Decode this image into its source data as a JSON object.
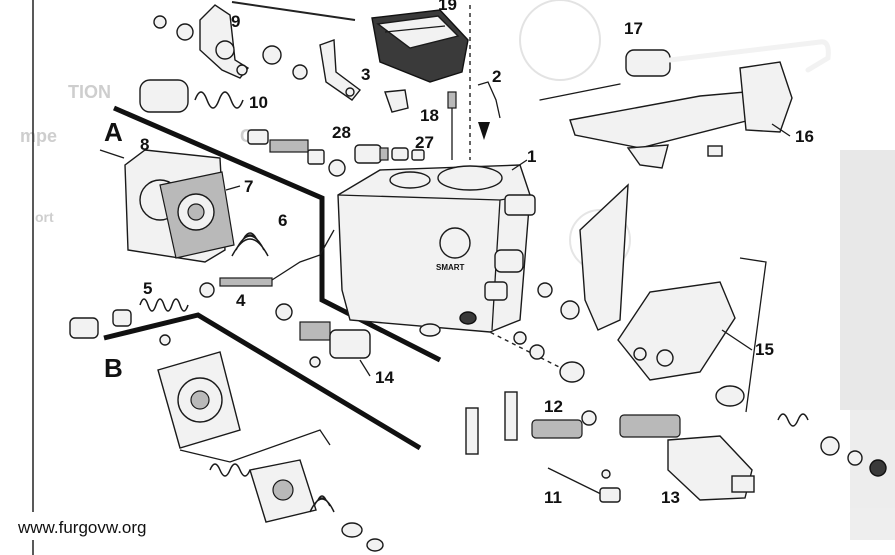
{
  "diagram": {
    "callouts": [
      "1",
      "2",
      "3",
      "4",
      "5",
      "6",
      "7",
      "8",
      "9",
      "10",
      "11",
      "12",
      "13",
      "14",
      "15",
      "16",
      "17",
      "18",
      "19",
      "27",
      "28"
    ],
    "section_labels": [
      "A",
      "B"
    ],
    "watermark": "www.furgovw.org",
    "body_marking": "SMART",
    "background_text": [
      "TION",
      "Co",
      "mpe",
      "ort"
    ]
  }
}
